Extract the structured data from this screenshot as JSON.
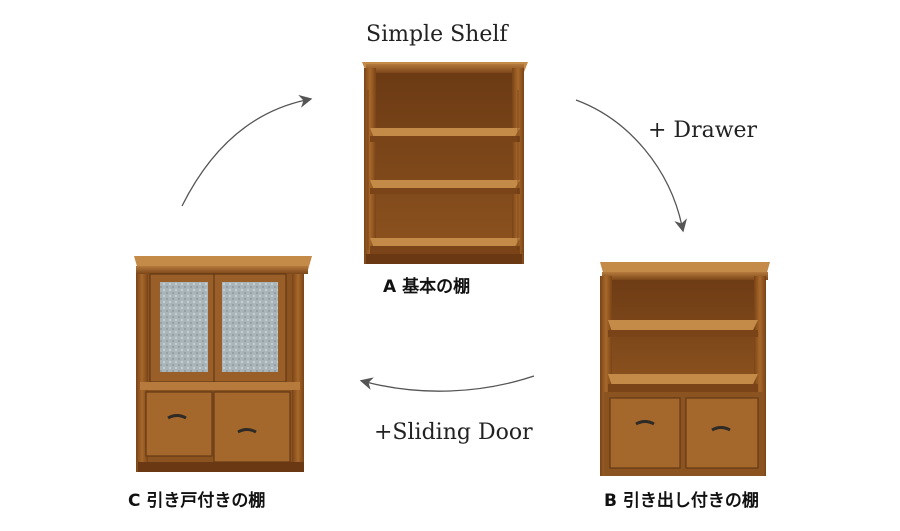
{
  "labels": {
    "simple_shelf": "Simple Shelf",
    "drawer": "+ Drawer",
    "sliding_door": "+Sliding Door",
    "shelf_a": "A 基本の棚",
    "shelf_b": "B 引き出し付きの棚",
    "shelf_c": "C 引き戸付きの棚"
  },
  "colors": {
    "wood_dark": "#5a3212",
    "wood_mid": "#8a531f",
    "wood_light": "#b77a3a",
    "glass": "#a9b5b8",
    "arrow": "#555555"
  }
}
